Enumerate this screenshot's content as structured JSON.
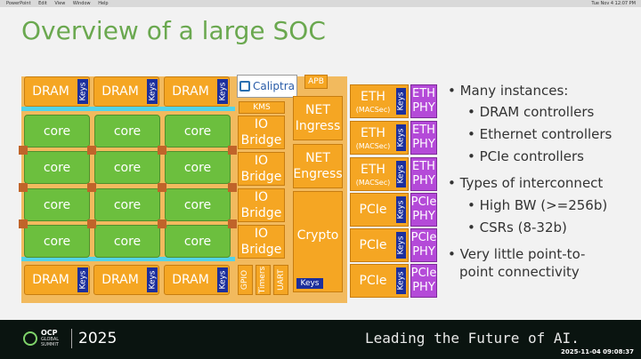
{
  "menubar": {
    "app": "PowerPoint",
    "items": [
      "Edit",
      "View",
      "Window",
      "Help"
    ],
    "clock": "Tue Nov 4 12:07 PM"
  },
  "slide": {
    "title": "Overview of a large SOC",
    "dram_label": "DRAM",
    "keys_label": "Keys",
    "core_label": "core",
    "caliptra_label": "Caliptra",
    "apb_label": "APB",
    "kms_label": "KMS",
    "io_bridge_label": "IO\nBridge",
    "net_ingress_label": "NET\nIngress",
    "net_egress_label": "NET\nEngress",
    "crypto_label": "Crypto",
    "gpio_label": "GPIO",
    "timers_label": "Timers",
    "uart_label": "UART",
    "eth_label": "ETH",
    "macsec_label": "(MACSec)",
    "eth_phy_label": "ETH\nPHY",
    "pcie_label": "PCIe",
    "pcie_phy_label": "PCIe\nPHY",
    "bullets": [
      {
        "text": "• Many instances:",
        "level": 0
      },
      {
        "text": "• DRAM controllers",
        "level": 1
      },
      {
        "text": "• Ethernet controllers",
        "level": 1
      },
      {
        "text": "• PCIe controllers",
        "level": 1
      },
      {
        "text": "• Types of interconnect",
        "level": 0
      },
      {
        "text": "• High BW (>=256b)",
        "level": 1
      },
      {
        "text": "• CSRs (8-32b)",
        "level": 1
      },
      {
        "text": "• Very little point-to-",
        "level": 0
      },
      {
        "text": "point connectivity",
        "level": 0
      }
    ]
  },
  "footer": {
    "brand": "OCP",
    "brand_sub": "GLOBAL\nSUMMIT",
    "year": "2025",
    "tagline": "Leading the Future of AI.",
    "timestamp": "2025-11-04 09:08:37"
  },
  "colors": {
    "accent_green": "#6aa84f",
    "keys_blue": "#1c2f9c",
    "phy_purple": "#b44ad8",
    "dram_orange": "#f5a623",
    "core_green": "#6cbf3e",
    "bus_cyan": "#53d3e8"
  }
}
